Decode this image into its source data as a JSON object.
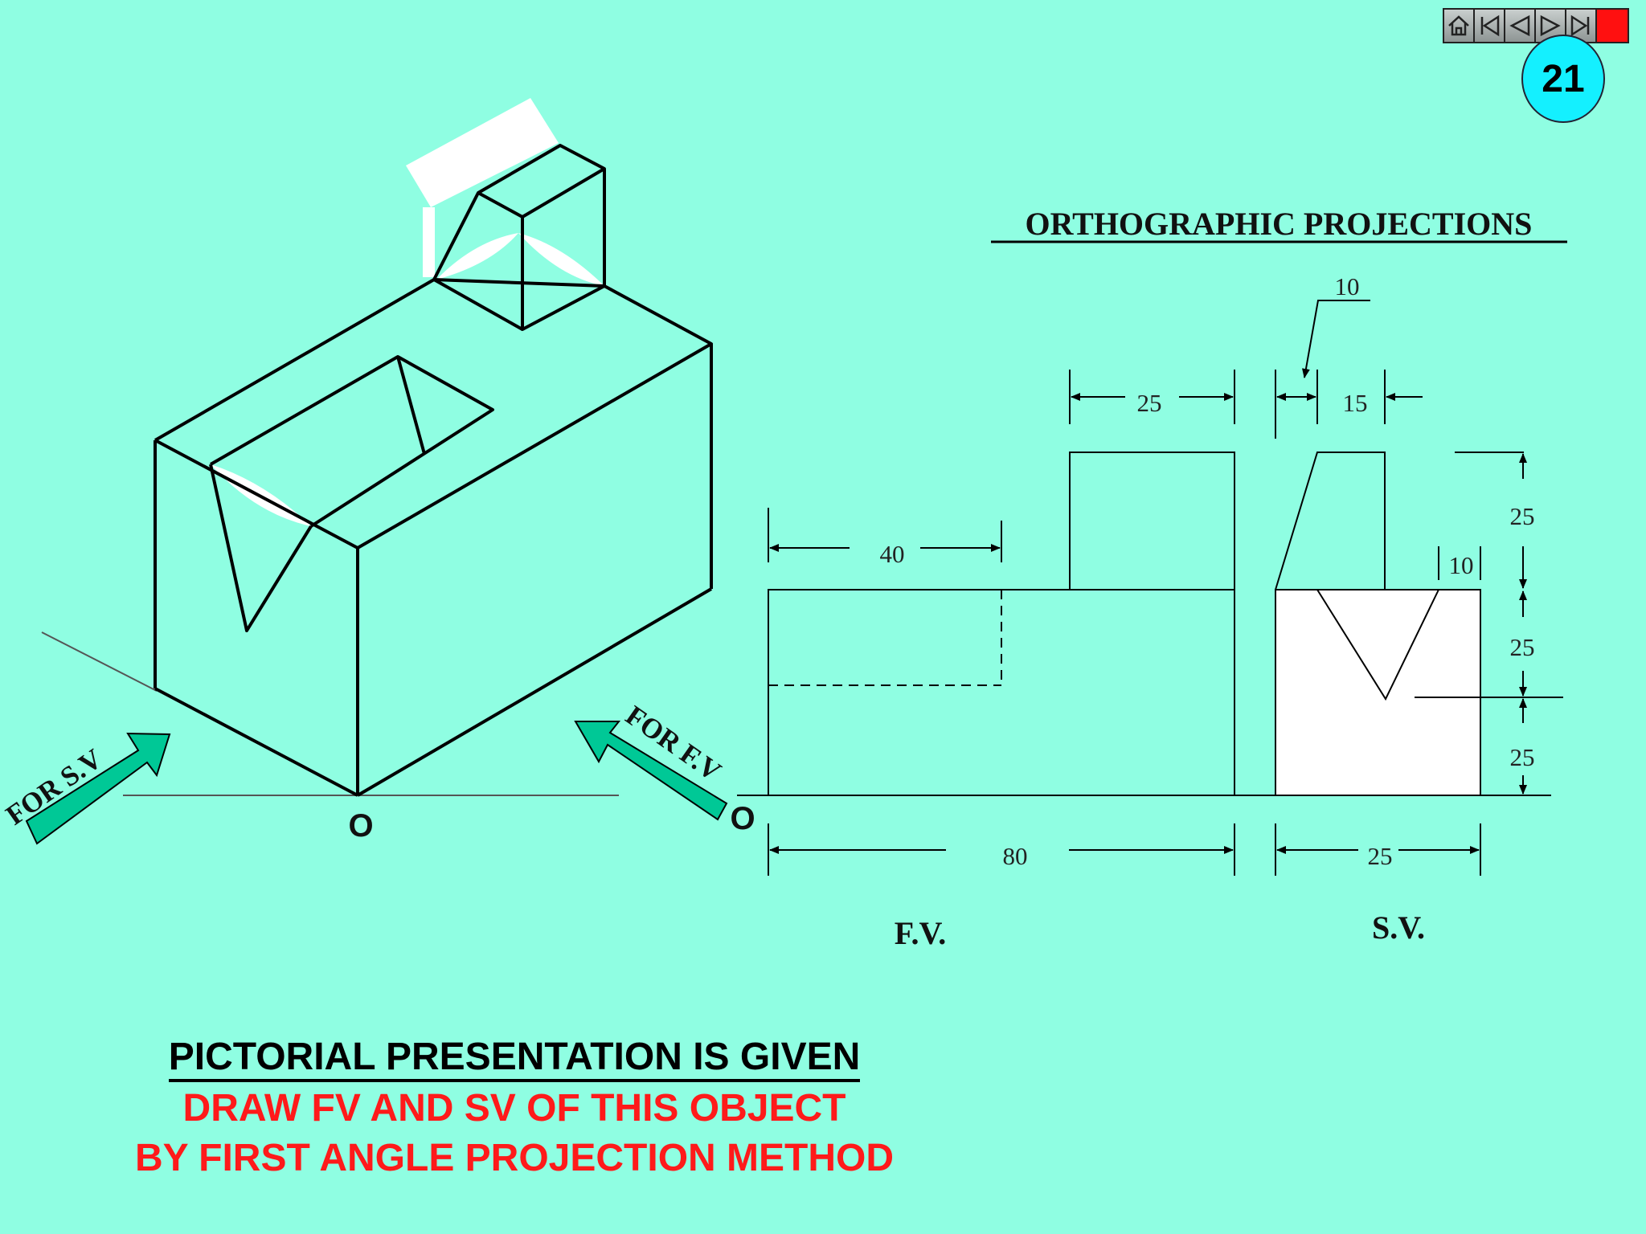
{
  "slide_number": "21",
  "nav": {
    "buttons": [
      "home-icon",
      "first-slide-icon",
      "previous-slide-icon",
      "next-slide-icon",
      "last-slide-icon",
      "stop-icon"
    ]
  },
  "pictorial": {
    "for_sv_label": "FOR S.V",
    "for_fv_label": "FOR F.V",
    "origin_label_left": "O",
    "origin_label_right": "O"
  },
  "orthographic": {
    "title": "ORTHOGRAPHIC PROJECTIONS",
    "fv_caption": "F.V.",
    "sv_caption": "S.V.",
    "dims": {
      "fv_top_block_width": "25",
      "fv_slot_length": "40",
      "fv_overall_length": "80",
      "sv_top_offset": "10",
      "sv_top_width": "15",
      "sv_overall_width": "25",
      "sv_right_offset": "10",
      "height_upper": "25",
      "height_middle": "25",
      "height_lower": "25"
    }
  },
  "instructions": {
    "line1": "PICTORIAL PRESENTATION IS GIVEN",
    "line2": "DRAW FV AND SV OF THIS OBJECT",
    "line3": "BY FIRST ANGLE PROJECTION METHOD"
  },
  "colors": {
    "background": "#8ffee2",
    "arrow_fill": "#00c896",
    "instruction_red": "#ff1a1a",
    "slide_badge": "#14f0ff",
    "stop_button": "#ff1010"
  }
}
